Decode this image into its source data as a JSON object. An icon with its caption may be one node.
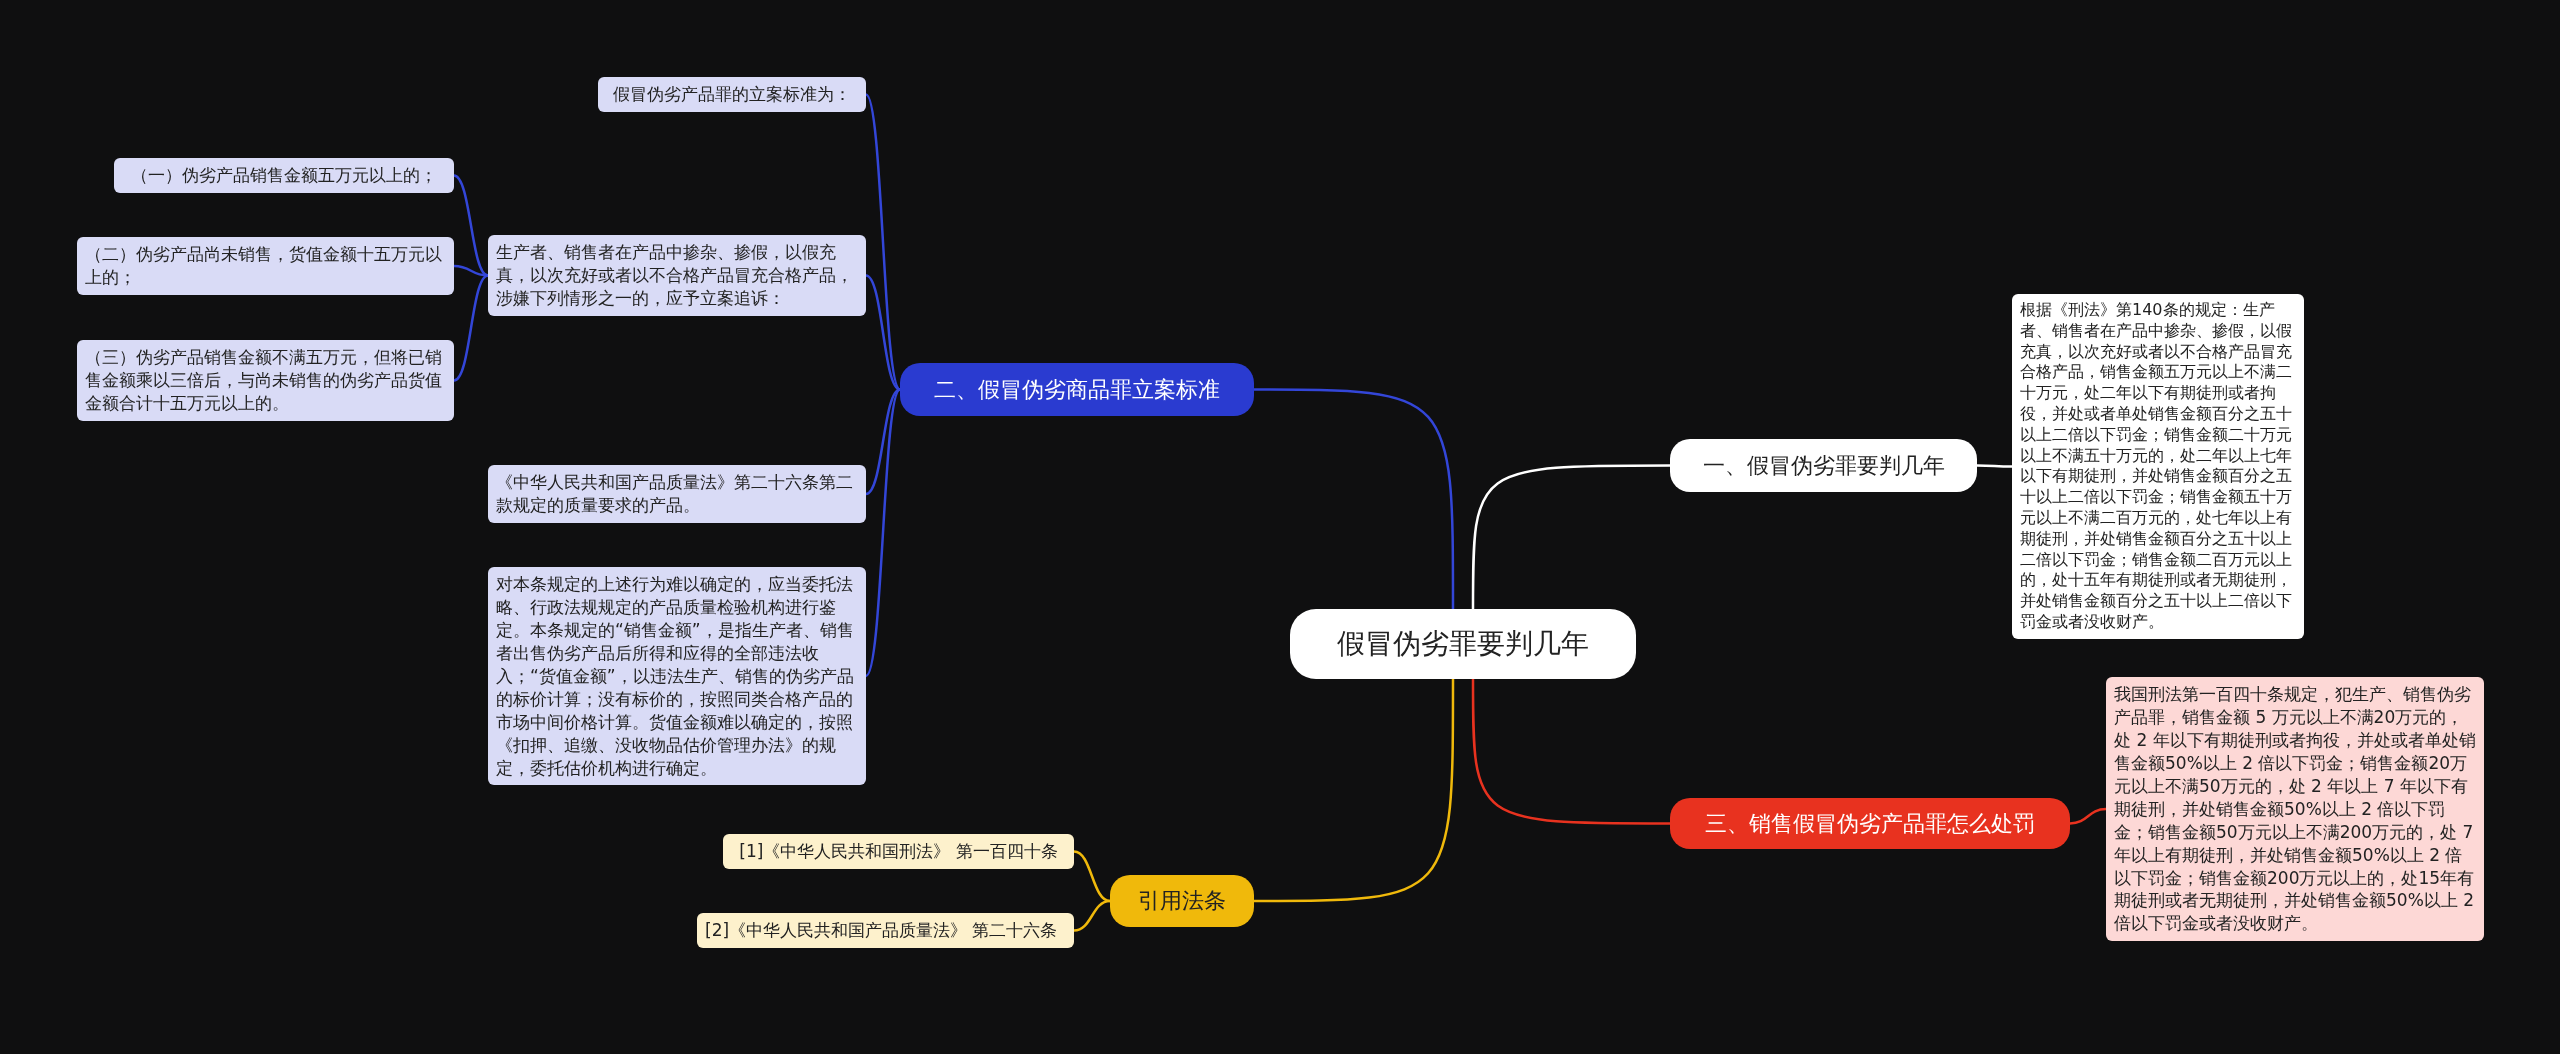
{
  "diagram": {
    "nodes": [
      {
        "text": [
          "假冒伪劣罪要判几年"
        ]
      },
      {
        "text": [
          "一、假冒伪劣罪要判几年"
        ]
      },
      {
        "text": [
          "根据《刑法》第140条的规定：生产者、销售者在产品中掺杂、掺假，以假充真，以次充好或者以不合格产品冒充合格产品，销售金额五万元以上不满二十万元，处二年以下有期徒刑或者拘役，并处或者单处销售金额百分之五十以上二倍以下罚金；销售金额二十万元以上不满五十万元的，处二年以上七年以下有期徒刑，并处销售金额百分之五十以上二倍以下罚金；销售金额五十万元以上不满二百万元的，处七年以上有期徒刑，并处销售金额百分之五十以上二倍以下罚金；销售金额二百万元以上的，处十五年有期徒刑或者无期徒刑，并处销售金额百分之五十以上二倍以下罚金或者没收财产。"
        ]
      },
      {
        "text": [
          "二、假冒伪劣商品罪立案标准"
        ]
      },
      {
        "text": [
          "假冒伪劣产品罪的立案标准为："
        ]
      },
      {
        "text": [
          "生产者、销售者在产品中掺杂、掺假，以假充真，以次充好或者以不合格产品冒充合格产品，涉嫌下列情形之一的，应予立案追诉："
        ]
      },
      {
        "text": [
          "（一）伪劣产品销售金额五万元以上的；"
        ]
      },
      {
        "text": [
          "（二）伪劣产品尚未销售，货值金额十五万元以上的；"
        ]
      },
      {
        "text": [
          "（三）伪劣产品销售金额不满五万元，但将已销售金额乘以三倍后，与尚未销售的伪劣产品货值金额合计十五万元以上的。"
        ]
      },
      {
        "text": [
          "《中华人民共和国产品质量法》第二十六条第二款规定的质量要求的产品。"
        ]
      },
      {
        "text": [
          "对本条规定的上述行为难以确定的，应当委托法略、行政法规规定的产品质量检验机构进行鉴定。本条规定的“销售金额”，是指生产者、销售者出售伪劣产品后所得和应得的全部违法收入；“货值金额”，以违法生产、销售的伪劣产品的标价计算；没有标价的，按照同类合格产品的市场中间价格计算。货值金额难以确定的，按照《扣押、追缴、没收物品估价管理办法》的规定，委托估价机构进行确定。"
        ]
      },
      {
        "text": [
          "三、销售假冒伪劣产品罪怎么处罚"
        ]
      },
      {
        "text": [
          "我国刑法第一百四十条规定，犯生产、销售伪劣产品罪，销售金额 5 万元以上不满20万元的，处 2 年以下有期徒刑或者拘役，并处或者单处销售金额50%以上 2 倍以下罚金；销售金额20万元以上不满50万元的，处 2 年以上 7 年以下有期徒刑，并处销售金额50%以上 2 倍以下罚金；销售金额50万元以上不满200万元的，处 7 年以上有期徒刑，并处销售金额50%以上 2 倍以下罚金；销售金额200万元以上的，处15年有期徒刑或者无期徒刑，并处销售金额50%以上 2 倍以下罚金或者没收财产。"
        ]
      },
      {
        "text": [
          "引用法条"
        ]
      },
      {
        "text": [
          "[1]《中华人民共和国刑法》 第一百四十条"
        ]
      },
      {
        "text": [
          "[2]《中华人民共和国产品质量法》 第二十六条"
        ]
      }
    ],
    "edges": [
      {
        "from": 0,
        "to": 1,
        "arrow": "none",
        "color": "#ffffff"
      },
      {
        "from": 1,
        "to": 2,
        "arrow": "none",
        "color": "#ffffff"
      },
      {
        "from": 0,
        "to": 3,
        "arrow": "none"
      },
      {
        "from": 3,
        "to": 4,
        "arrow": "none"
      },
      {
        "from": 3,
        "to": 5,
        "arrow": "none"
      },
      {
        "from": 5,
        "to": 6,
        "arrow": "none"
      },
      {
        "from": 5,
        "to": 7,
        "arrow": "none"
      },
      {
        "from": 5,
        "to": 8,
        "arrow": "none"
      },
      {
        "from": 3,
        "to": 9,
        "arrow": "none"
      },
      {
        "from": 3,
        "to": 10,
        "arrow": "none"
      },
      {
        "from": 0,
        "to": 11,
        "arrow": "none",
        "color": "#e8321f"
      },
      {
        "from": 11,
        "to": 12,
        "arrow": "none",
        "color": "#e8321f"
      },
      {
        "from": 0,
        "to": 13,
        "arrow": "none",
        "color": "#f0b90b"
      },
      {
        "from": 13,
        "to": 14,
        "arrow": "none",
        "color": "#f0b90b"
      },
      {
        "from": 13,
        "to": 15,
        "arrow": "none",
        "color": "#f0b90b"
      }
    ]
  }
}
